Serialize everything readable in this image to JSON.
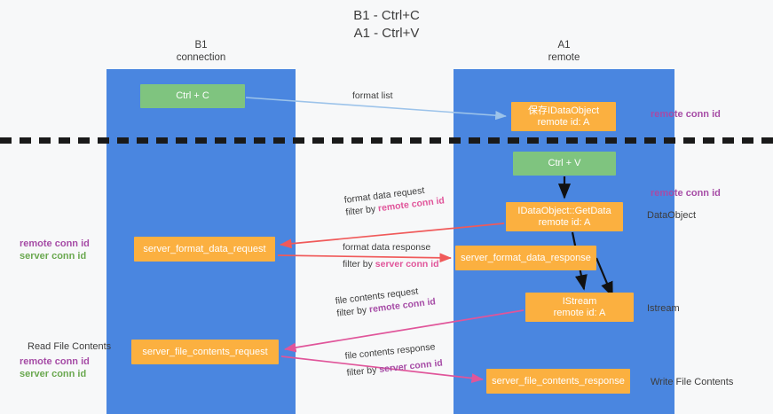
{
  "title": {
    "line1": "B1 - Ctrl+C",
    "line2": "A1 - Ctrl+V"
  },
  "lanes": [
    {
      "id": "b1",
      "name": "B1",
      "role": "connection",
      "color": "#4a86e0"
    },
    {
      "id": "a1",
      "name": "A1",
      "role": "remote",
      "color": "#4a86e0"
    }
  ],
  "nodes": {
    "ctrl_c": {
      "line1": "Ctrl + C",
      "line2": "",
      "color": "#7fc47f"
    },
    "save_idataobject": {
      "line1": "保存IDataObject",
      "line2": "remote id: A",
      "color": "#fbb040"
    },
    "ctrl_v": {
      "line1": "Ctrl + V",
      "line2": "",
      "color": "#7fc47f"
    },
    "getdata": {
      "line1": "IDataObject::GetData",
      "line2": "remote id: A",
      "color": "#fbb040"
    },
    "server_format_data_request": {
      "line1": "server_format_data_request",
      "line2": "",
      "color": "#fbb040"
    },
    "server_format_data_response": {
      "line1": "server_format_data_response",
      "line2": "",
      "color": "#fbb040"
    },
    "istream": {
      "line1": "IStream",
      "line2": "remote id: A",
      "color": "#fbb040"
    },
    "server_file_contents_request": {
      "line1": "server_file_contents_request",
      "line2": "",
      "color": "#fbb040"
    },
    "server_file_contents_response": {
      "line1": "server_file_contents_response",
      "line2": "",
      "color": "#fbb040"
    }
  },
  "edge_labels": {
    "format_list": "format list",
    "format_data_request": {
      "line1": "format data request",
      "filter_prefix": "filter by ",
      "filter_key": "remote conn id"
    },
    "format_data_response": {
      "line1": "format data response",
      "filter_prefix": "filter by ",
      "filter_key": "server conn id"
    },
    "file_contents_request": {
      "line1": "file contents request",
      "filter_prefix": "filter by ",
      "filter_key": "remote conn id"
    },
    "file_contents_response": {
      "line1": "file contents response",
      "filter_prefix": "filter by ",
      "filter_key": "server conn id"
    }
  },
  "annotations": {
    "remote_conn_id_top": "remote conn id",
    "remote_conn_id_mid": "remote conn id",
    "dataobject": "DataObject",
    "istream": "Istream",
    "write_file_contents": "Write File Contents",
    "read_file_contents": "Read File Contents",
    "left_conn_mid": {
      "remote": "remote conn id",
      "server": "server conn id"
    },
    "left_conn_bottom": {
      "remote": "remote conn id",
      "server": "server conn id"
    }
  },
  "colors": {
    "lane": "#4a86e0",
    "green_node": "#7fc47f",
    "orange_node": "#fbb040",
    "purple_text": "#a64ca6",
    "green_text": "#6aa84f",
    "pink_arrow": "#e0559a",
    "red_arrow": "#f05a5a",
    "blue_arrow": "#9cc3ea",
    "divider": "#1a1a1a",
    "background": "#f7f8f9"
  }
}
